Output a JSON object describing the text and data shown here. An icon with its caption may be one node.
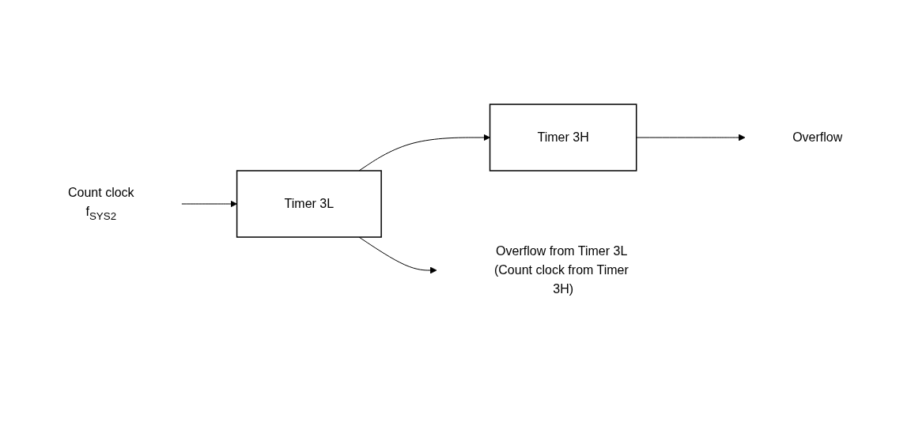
{
  "diagram": {
    "nodes": [
      {
        "text": [
          "Count clock",
          "f$_{SYS2}$"
        ]
      },
      {
        "text": [
          "Timer  3L"
        ]
      },
      {
        "text": [
          "Timer  3H"
        ]
      },
      {
        "text": [
          "Overflow"
        ]
      },
      {
        "text": [
          "Overflow from Timer 3L (Count clock from Timer 3H)"
        ]
      }
    ],
    "edges": [
      {
        "from": 0,
        "to": 1,
        "arrow": "to"
      },
      {
        "from": 1,
        "to": 2,
        "arrow": "to"
      },
      {
        "from": 1,
        "to": 4,
        "arrow": "to"
      },
      {
        "from": 2,
        "to": 3,
        "arrow": "to"
      }
    ]
  }
}
